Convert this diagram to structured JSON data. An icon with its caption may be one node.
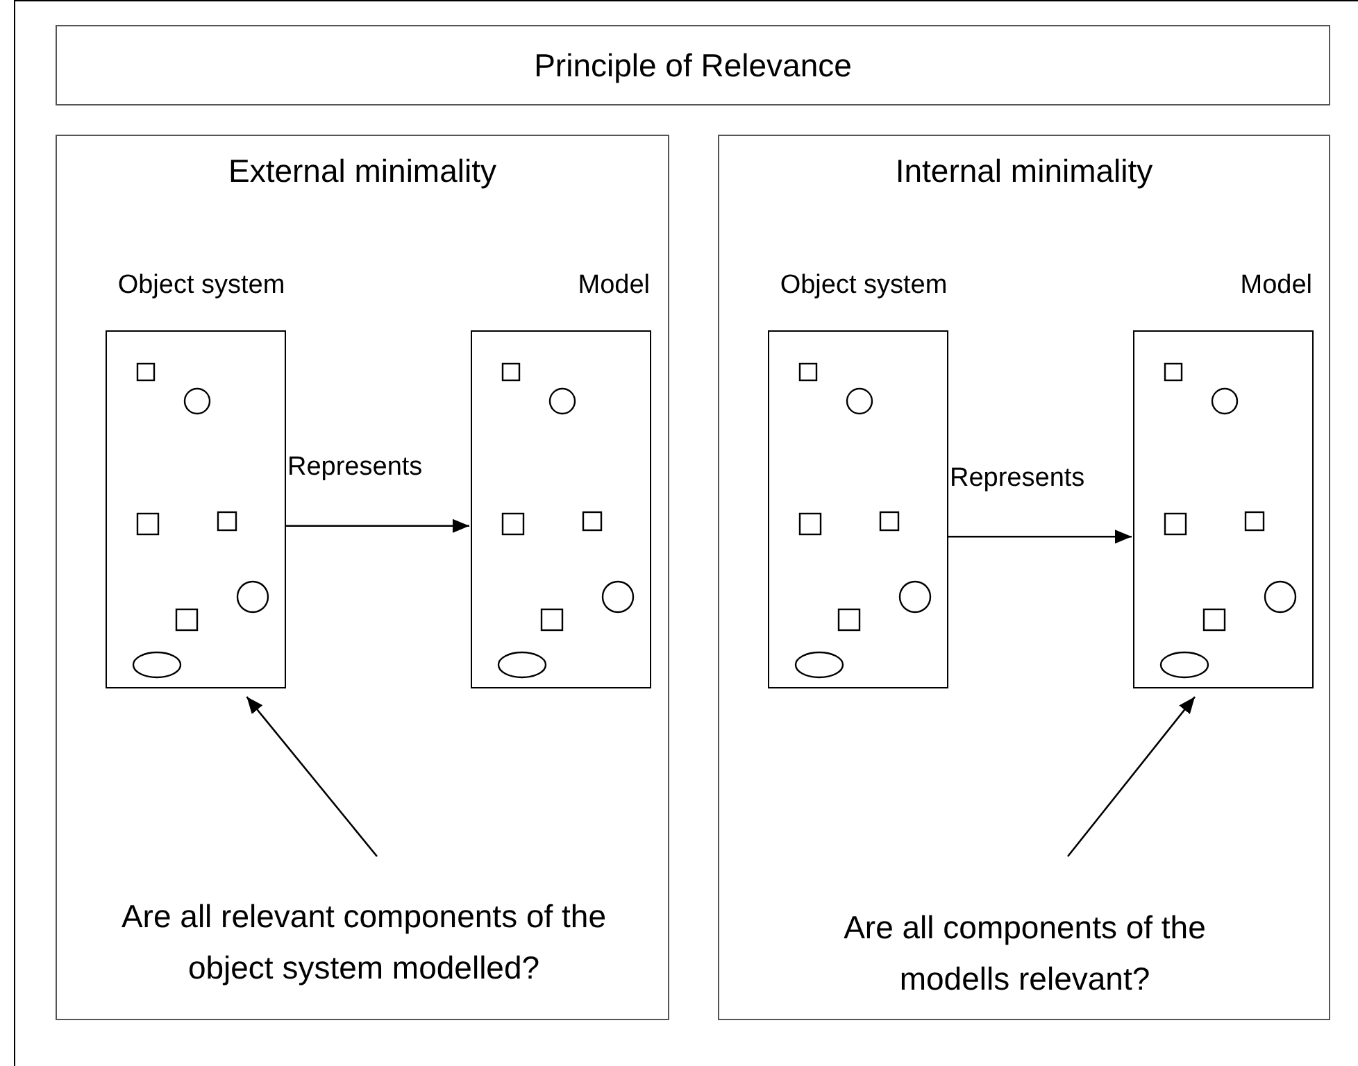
{
  "diagram": {
    "nodes": [
      {
        "text": [
          "Principle of Relevance"
        ]
      },
      {
        "text": [
          "External minimality"
        ]
      },
      {
        "text": [
          "Object system"
        ],
        "in": 1
      },
      {
        "text": [
          "Model"
        ],
        "in": 1
      },
      {
        "text": [
          "Are all relevant components of the object system modelled?"
        ],
        "in": 1
      },
      {
        "text": [
          "Internal minimality"
        ]
      },
      {
        "text": [
          "Object system"
        ],
        "in": 5
      },
      {
        "text": [
          "Model"
        ],
        "in": 5
      },
      {
        "text": [
          "Are all components of the modells relevant?"
        ],
        "in": 5
      }
    ],
    "edges": [
      {
        "from": 2,
        "to": 3,
        "arrow": "to",
        "label": "Represents"
      },
      {
        "from": 4,
        "to": 2,
        "arrow": "to"
      },
      {
        "from": 6,
        "to": 7,
        "arrow": "to",
        "label": "Represents"
      },
      {
        "from": 8,
        "to": 7,
        "arrow": "to"
      }
    ]
  }
}
